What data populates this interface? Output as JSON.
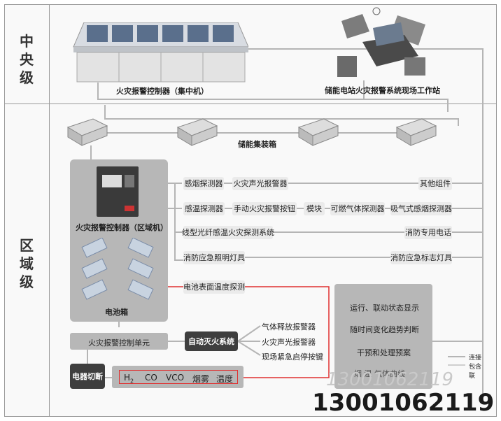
{
  "levels": {
    "central": "中央级",
    "regional": "区域级"
  },
  "central": {
    "controller_label": "火灾报警控制器（集中机）",
    "workstation_label": "储能电站火灾报警系统现场工作站"
  },
  "containers_label": "储能集装箱",
  "regional_controller": {
    "label": "火灾报警控制器（区域机）",
    "battery_label": "电池箱"
  },
  "devices": {
    "smoke": "感烟探测器",
    "sound_light_1": "火灾声光报警器",
    "other": "其他组件",
    "heat": "感温探测器",
    "manual": "手动火灾报警按钮",
    "module": "模块",
    "gas": "可燃气体探测器",
    "aspirating": "吸气式感烟探测器",
    "linear": "线型光纤感温火灾探测系统",
    "phone": "消防专用电话",
    "emergency_light": "消防应急照明灯具",
    "emergency_sign": "消防应急标志灯具",
    "surface_temp": "电池表面温度探测"
  },
  "panel": {
    "items": [
      "运行、联动状态显示",
      "随时间变化趋势判断",
      "干预和处理预案"
    ],
    "partial": "烟 温 气体曲线"
  },
  "control_unit": "火灾报警控制单元",
  "auto_ext": "自动灭火系统",
  "auto_items": [
    "气体释放报警器",
    "火灾声光报警器",
    "现场紧急启停按键"
  ],
  "cutoff": "电器切断",
  "sensors": [
    "H2",
    "CO",
    "VCO",
    "烟雾",
    "温度"
  ],
  "legend": [
    "连接",
    "包含",
    "联"
  ],
  "watermark": "13001062119",
  "colors": {
    "line": "#b5b5b5",
    "red": "#e03030",
    "dark": "#3e3e3e",
    "box": "#ebebeb"
  }
}
